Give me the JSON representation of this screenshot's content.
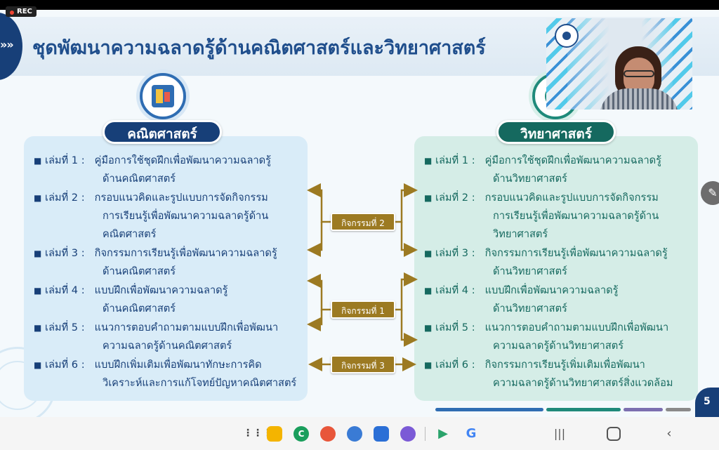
{
  "recording": {
    "label": "REC"
  },
  "slide": {
    "chevron": "»»",
    "title": "ชุดพัฒนาความฉลาดรู้ด้านคณิตศาสตร์และวิทยาศาสตร์",
    "page_number": "5"
  },
  "math": {
    "heading": "คณิตศาสตร์",
    "items": [
      {
        "prefix": "เล่มที่ 1 :",
        "line1": "คู่มือการใช้ชุดฝึกเพื่อพัฒนาความฉลาดรู้",
        "line2": "ด้านคณิตศาสตร์"
      },
      {
        "prefix": "เล่มที่ 2 :",
        "line1": "กรอบแนวคิดและรูปแบบการจัดกิจกรรม",
        "line2": "การเรียนรู้เพื่อพัฒนาความฉลาดรู้ด้าน",
        "line3": "คณิตศาสตร์"
      },
      {
        "prefix": "เล่มที่ 3 :",
        "line1": "กิจกรรมการเรียนรู้เพื่อพัฒนาความฉลาดรู้",
        "line2": "ด้านคณิตศาสตร์"
      },
      {
        "prefix": "เล่มที่ 4 :",
        "line1": "แบบฝึกเพื่อพัฒนาความฉลาดรู้",
        "line2": "ด้านคณิตศาสตร์"
      },
      {
        "prefix": "เล่มที่ 5 :",
        "line1": "แนวการตอบคำถามตามแบบฝึกเพื่อพัฒนา",
        "line2": "ความฉลาดรู้ด้านคณิตศาสตร์"
      },
      {
        "prefix": "เล่มที่ 6 :",
        "line1": "แบบฝึกเพิ่มเติมเพื่อพัฒนาทักษะการคิด",
        "line2": "วิเคราะห์และการแก้โจทย์ปัญหาคณิตศาสตร์"
      }
    ]
  },
  "science": {
    "heading": "วิทยาศาสตร์",
    "items": [
      {
        "prefix": "เล่มที่ 1 :",
        "line1": "คู่มือการใช้ชุดฝึกเพื่อพัฒนาความฉลาดรู้",
        "line2": "ด้านวิทยาศาสตร์"
      },
      {
        "prefix": "เล่มที่ 2 :",
        "line1": "กรอบแนวคิดและรูปแบบการจัดกิจกรรม",
        "line2": "การเรียนรู้เพื่อพัฒนาความฉลาดรู้ด้าน",
        "line3": "วิทยาศาสตร์"
      },
      {
        "prefix": "เล่มที่ 3 :",
        "line1": "กิจกรรมการเรียนรู้เพื่อพัฒนาความฉลาดรู้",
        "line2": "ด้านวิทยาศาสตร์"
      },
      {
        "prefix": "เล่มที่ 4 :",
        "line1": "แบบฝึกเพื่อพัฒนาความฉลาดรู้",
        "line2": "ด้านวิทยาศาสตร์"
      },
      {
        "prefix": "เล่มที่ 5 :",
        "line1": "แนวการตอบคำถามตามแบบฝึกเพื่อพัฒนา",
        "line2": "ความฉลาดรู้ด้านวิทยาศาสตร์"
      },
      {
        "prefix": "เล่มที่ 6 :",
        "line1": "กิจกรรมการเรียนรู้เพิ่มเติมเพื่อพัฒนา",
        "line2": "ความฉลาดรู้ด้านวิทยาศาสตร์สิ่งแวดล้อม"
      }
    ]
  },
  "activities": {
    "act2": "กิจกรรมที่ 2",
    "act1": "กิจกรรมที่ 1",
    "act3": "กิจกรรมที่ 3"
  },
  "colors": {
    "math_primary": "#173f78",
    "science_primary": "#15695f",
    "activity_gold": "#9c7a22"
  },
  "icons": {
    "edit": "✎",
    "apps_grid": "⋮⋮⋮",
    "phone": "C",
    "play": "▶",
    "google": "G",
    "recent_apps": "|||",
    "back": "‹"
  }
}
